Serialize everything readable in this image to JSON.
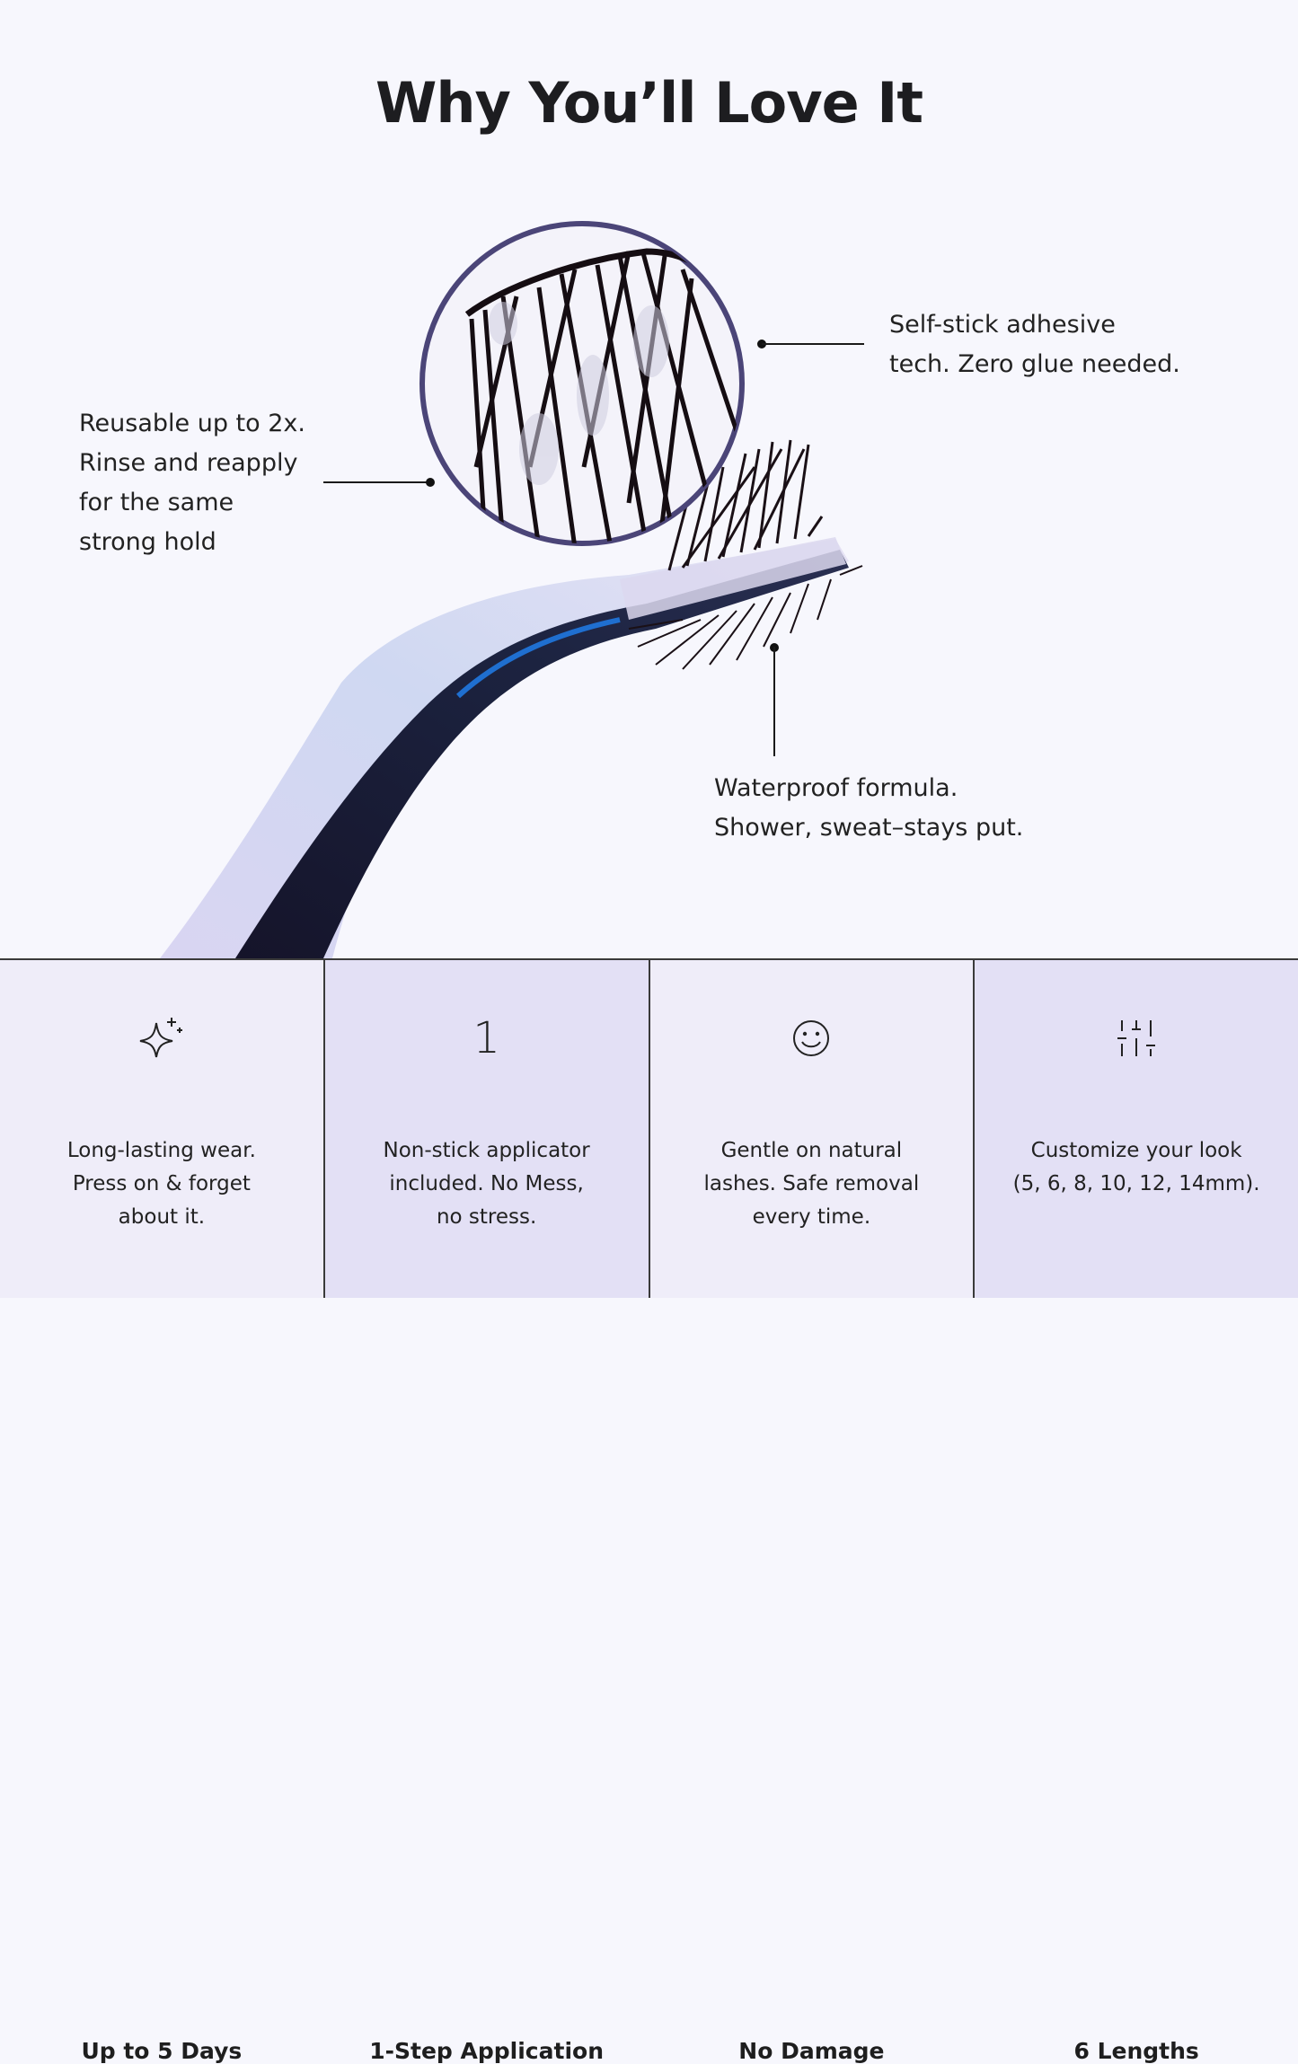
{
  "page": {
    "title": "Why You’ll Love It"
  },
  "callouts": {
    "adhesive": [
      "Self-stick adhesive",
      "tech. Zero glue needed."
    ],
    "reusable": [
      "Reusable up to 2x.",
      "Rinse and reapply",
      "for the same",
      "strong hold"
    ],
    "waterproof": [
      "Waterproof formula.",
      "Shower, sweat–stays put."
    ]
  },
  "features": [
    {
      "icon": "sparkle-icon",
      "title": "Up to 5 Days",
      "desc": [
        "Long-lasting wear.",
        "Press on & forget",
        "about it."
      ]
    },
    {
      "icon": "number-one-icon",
      "icon_text": "1",
      "title": "1-Step Application",
      "desc": [
        "Non-stick applicator",
        "included. No Mess,",
        "no stress."
      ]
    },
    {
      "icon": "smiley-icon",
      "title": "No Damage",
      "desc": [
        "Gentle on natural",
        "lashes. Safe removal",
        "every time."
      ]
    },
    {
      "icon": "sliders-icon",
      "title": "6 Lengths",
      "desc": [
        "Customize your look",
        "(5, 6, 8, 10, 12, 14mm)."
      ]
    }
  ],
  "colors": {
    "background": "#f7f7fd",
    "panel_light": "#efedf9",
    "panel_dark": "#e3e0f5",
    "circle_border": "#4b4578"
  }
}
